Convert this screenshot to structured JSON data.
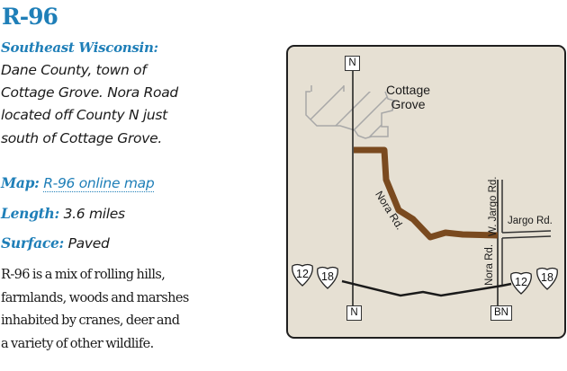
{
  "route": {
    "title": "R-96",
    "region_label": "Southeast Wisconsin:",
    "location_description": [
      "Dane County, town of",
      "Cottage Grove. Nora Road",
      "located off County N just",
      "south of Cottage Grove."
    ],
    "map_label": "Map:",
    "map_link_text": "R-96 online map",
    "length_label": "Length:",
    "length_value": "3.6 miles",
    "surface_label": "Surface:",
    "surface_value": "Paved",
    "body_text": [
      "R-96 is a mix of rolling hills,",
      "farmlands, woods and marshes",
      "inhabited by cranes, deer and",
      "a variety of other wildlife."
    ]
  },
  "map": {
    "town_label_line1": "Cottage",
    "town_label_line2": "Grove",
    "road_labels": {
      "nora_rd_diagonal": "Nora Rd.",
      "w_jargo_rd": "W. Jargo Rd.",
      "jargo_rd": "Jargo Rd.",
      "nora_rd_vertical": "Nora Rd."
    },
    "route_markers": {
      "county_n_top": "N",
      "county_n_bottom": "N",
      "county_bn": "BN",
      "us_12_left": "12",
      "us_18_left": "18",
      "us_12_right": "12",
      "us_18_right": "18"
    },
    "colors": {
      "background": "#e6e0d3",
      "border": "#1f1f1f",
      "route_highlight": "#7a4a1f",
      "town_hatch": "#a8a8a8",
      "road": "#1a1a1a"
    }
  }
}
